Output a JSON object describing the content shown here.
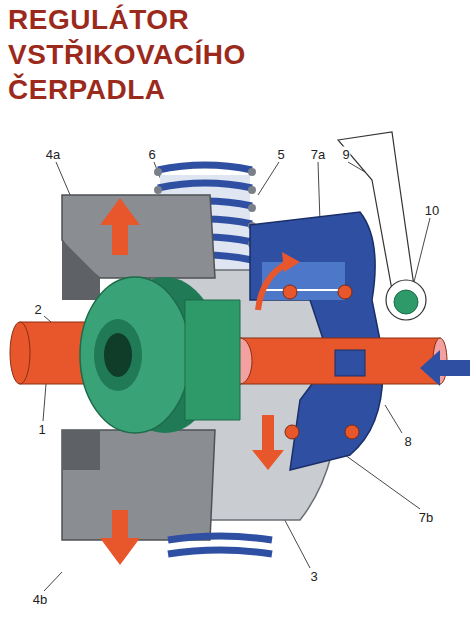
{
  "diagram": {
    "title": "REGULÁTOR VSTŘIKOVACÍHO ČERPADLA",
    "labels": [
      "4a",
      "6",
      "5",
      "7a",
      "9",
      "10",
      "2",
      "1",
      "8",
      "3",
      "7b",
      "4b"
    ]
  }
}
